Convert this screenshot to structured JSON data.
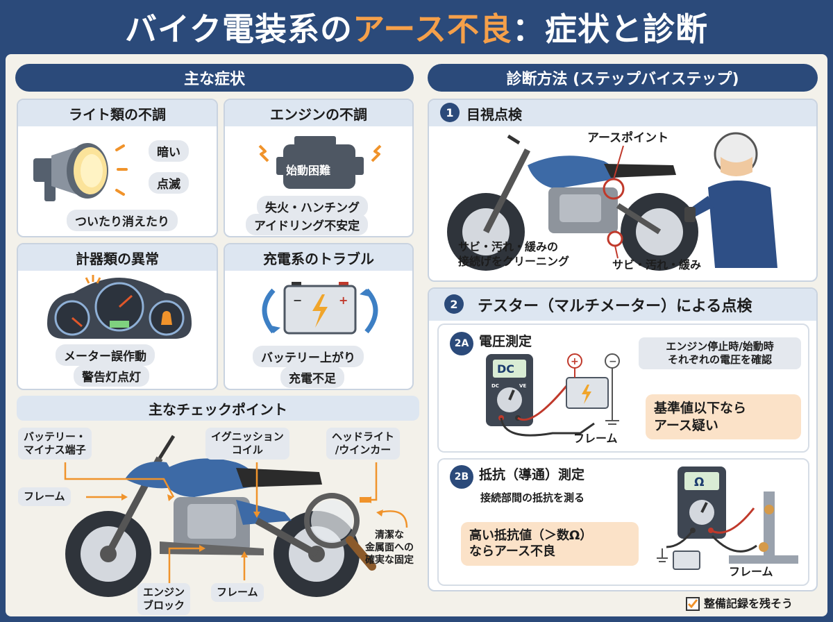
{
  "title": {
    "part1": "バイク電装系の",
    "accent": "アース不良",
    "part2": "：症状と診断"
  },
  "symptoms": {
    "header": "主な症状",
    "lights": {
      "title": "ライト類の不調",
      "items": [
        "暗い",
        "点滅",
        "ついたり消えたり"
      ]
    },
    "engine": {
      "title": "エンジンの不調",
      "icon_text": "始動困難",
      "items": [
        "失火・ハンチング",
        "アイドリング不安定"
      ]
    },
    "meters": {
      "title": "計器類の異常",
      "items": [
        "メーター誤作動",
        "警告灯点灯"
      ]
    },
    "charging": {
      "title": "充電系のトラブル",
      "items": [
        "バッテリー上がり",
        "充電不足"
      ]
    }
  },
  "checkpoints": {
    "title": "主なチェックポイント",
    "battery_minus": "バッテリー・\nマイナス端子",
    "ignition_coil": "イグニッション\nコイル",
    "headlight": "ヘッドライト\n/ウインカー",
    "frame_left": "フレーム",
    "frame_bottom": "フレーム",
    "engine_block": "エンジン\nブロック",
    "clean_metal": "清潔な\n金属面への\n確実な固定"
  },
  "diagnosis": {
    "header": "診断方法 (ステップバイステップ)",
    "step1": {
      "number": "1",
      "title": "目視点検",
      "ground_point": "アースポイント",
      "clean_note": "サビ・汚れ・緩みの\n接続げをクリーニング",
      "rust_note": "サビ・汚れ・緩み"
    },
    "step2": {
      "number": "2",
      "title": "テスター（マルチメーター）による点検",
      "a": {
        "badge": "2A",
        "title": "電圧測定",
        "meter_display": "DC",
        "meter_dc": "DC",
        "meter_ve": "VE",
        "frame": "フレーム",
        "note": "エンジン停止時/始動時\nそれぞれの電圧を確認",
        "warning": "基準値以下なら\nアース疑い"
      },
      "b": {
        "badge": "2B",
        "title": "抵抗（導通）測定",
        "subtitle": "接続部間の抵抗を測る",
        "meter_display": "Ω",
        "frame": "フレーム",
        "warning": "高い抵抗値（＞数Ω）\nならアース不良"
      }
    }
  },
  "footer": "整備記録を残そう",
  "colors": {
    "navy": "#2b4a7a",
    "accent": "#f5a04a",
    "light_blue": "#dde6f1",
    "orange_bg": "#fbe2c8"
  }
}
